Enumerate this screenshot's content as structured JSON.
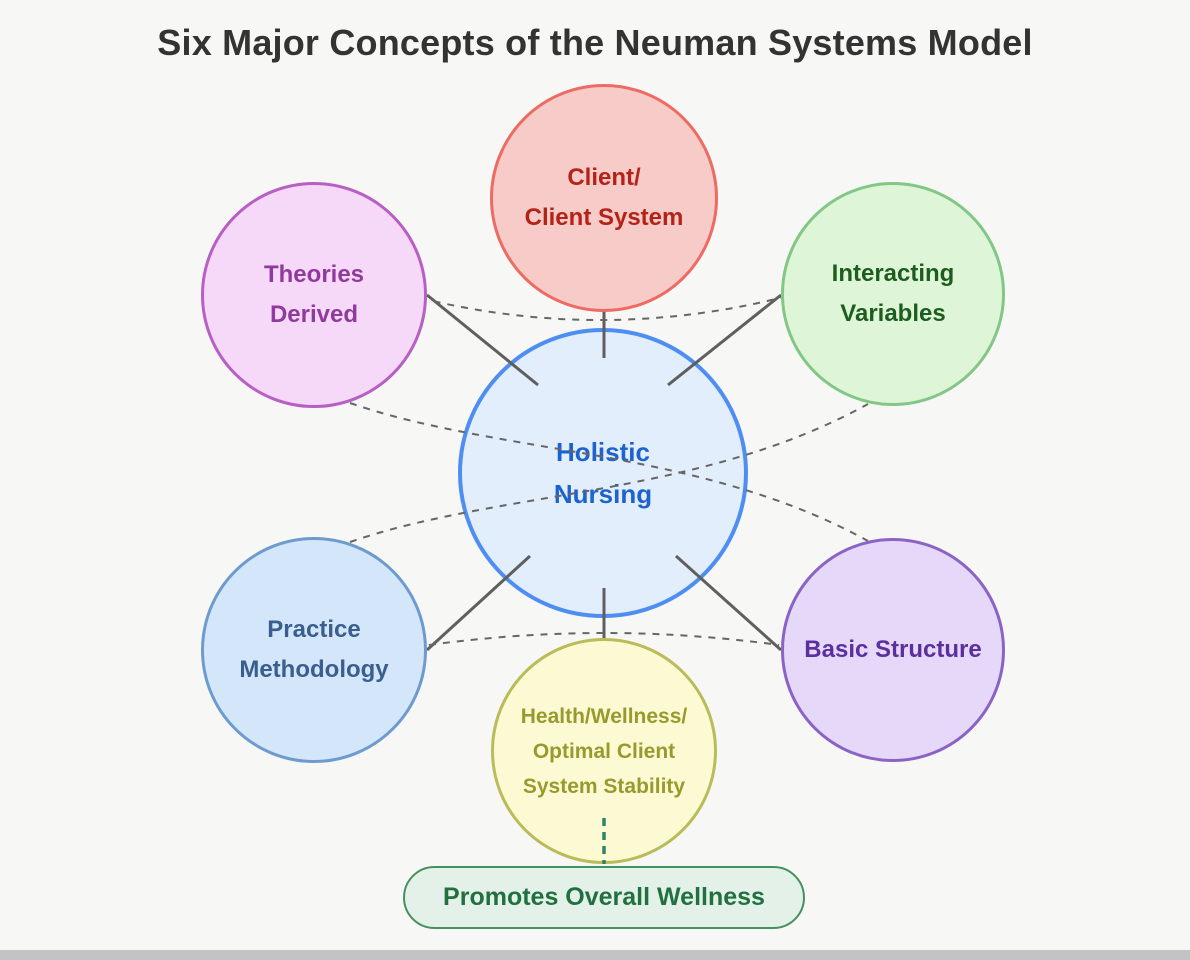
{
  "title": "Six Major Concepts of the Neuman Systems Model",
  "nodes": {
    "holistic": {
      "lines": [
        "Holistic",
        "Nursing"
      ],
      "fill": "#e3eefc",
      "border": "#4e8ef2",
      "text_color": "#1d63cf"
    },
    "client": {
      "lines": [
        "Client/",
        "Client System"
      ],
      "fill": "#f6cbc8",
      "border": "#ee6b63",
      "text_color": "#b42318"
    },
    "theories": {
      "lines": [
        "Theories",
        "Derived"
      ],
      "fill": "#f6d9f8",
      "border": "#b75fc4",
      "text_color": "#8f3a9c"
    },
    "interacting": {
      "lines": [
        "Interacting",
        "Variables"
      ],
      "fill": "#def6d7",
      "border": "#82c785",
      "text_color": "#1d5e20"
    },
    "practice": {
      "lines": [
        "Practice",
        "Methodology"
      ],
      "fill": "#d4e6f9",
      "border": "#6e9bce",
      "text_color": "#3a5f8e"
    },
    "basic": {
      "lines": [
        "Basic Structure"
      ],
      "fill": "#e5d8f9",
      "border": "#8b63c5",
      "text_color": "#5b2f9e"
    },
    "health": {
      "lines": [
        "Health/Wellness/",
        "Optimal Client",
        "System Stability"
      ],
      "fill": "#fbfad3",
      "border": "#b9bc59",
      "text_color": "#999a2e"
    }
  },
  "banner": {
    "label": "Promotes Overall Wellness",
    "fill": "#e4f1e8",
    "border": "#46905f",
    "text_color": "#21703f"
  },
  "edges": {
    "solid_spokes": [
      "Holistic Nursing – Client/Client System",
      "Holistic Nursing – Theories Derived",
      "Holistic Nursing – Interacting Variables",
      "Holistic Nursing – Practice Methodology",
      "Holistic Nursing – Basic Structure",
      "Holistic Nursing – Health/Wellness/Optimal Client System Stability"
    ],
    "dashed_links": [
      "Theories Derived – Interacting Variables",
      "Practice Methodology – Basic Structure",
      "Theories Derived – Basic Structure",
      "Practice Methodology – Interacting Variables"
    ],
    "dashed_teal_link": "Health/Wellness/Optimal Client System Stability – Promotes Overall Wellness"
  },
  "colors": {
    "background": "#f7f7f5",
    "title_text": "#333333",
    "solid_line": "#5f5f5f",
    "dashed_line": "#666666",
    "teal_dashed_line": "#2f8468",
    "bottom_bar": "#c3c3c5"
  }
}
